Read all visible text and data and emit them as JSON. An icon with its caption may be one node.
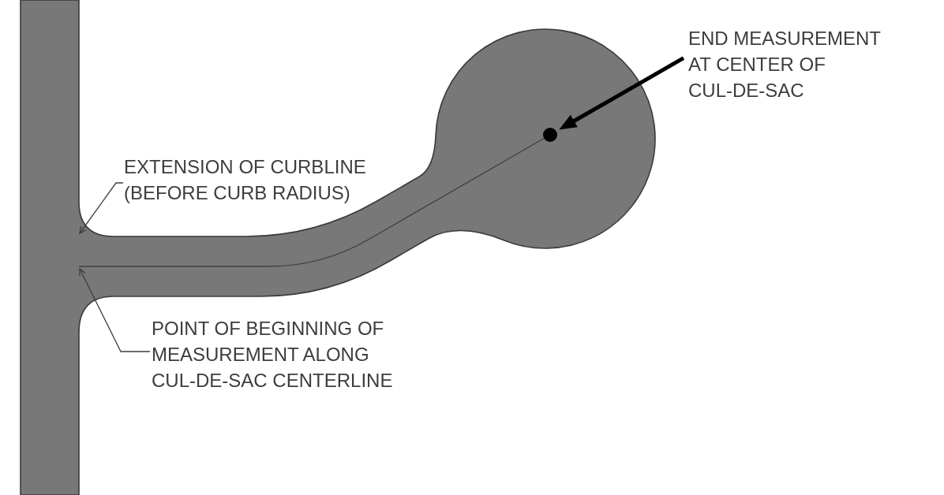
{
  "diagram": {
    "nodes": [
      {
        "text": [
          "END MEASUREMENT AT CENTER OF CUL-DE-SAC"
        ]
      },
      {
        "text": [],
        "shape": "circle"
      },
      {
        "text": [
          "EXTENSION OF CURBLINE (BEFORE CURB RADIUS)"
        ]
      },
      {
        "text": [
          "POINT OF BEGINNING OF MEASUREMENT ALONG CUL-DE-SAC CENTERLINE"
        ]
      }
    ],
    "edges": [
      {
        "from": 0,
        "to": 1,
        "arrow": "to",
        "style": "thick",
        "color": "#000000"
      },
      {
        "from": 2,
        "to": null,
        "arrow": "to"
      },
      {
        "from": 3,
        "to": null,
        "arrow": "to"
      },
      {
        "from": null,
        "to": 1,
        "arrow": "none"
      }
    ]
  }
}
